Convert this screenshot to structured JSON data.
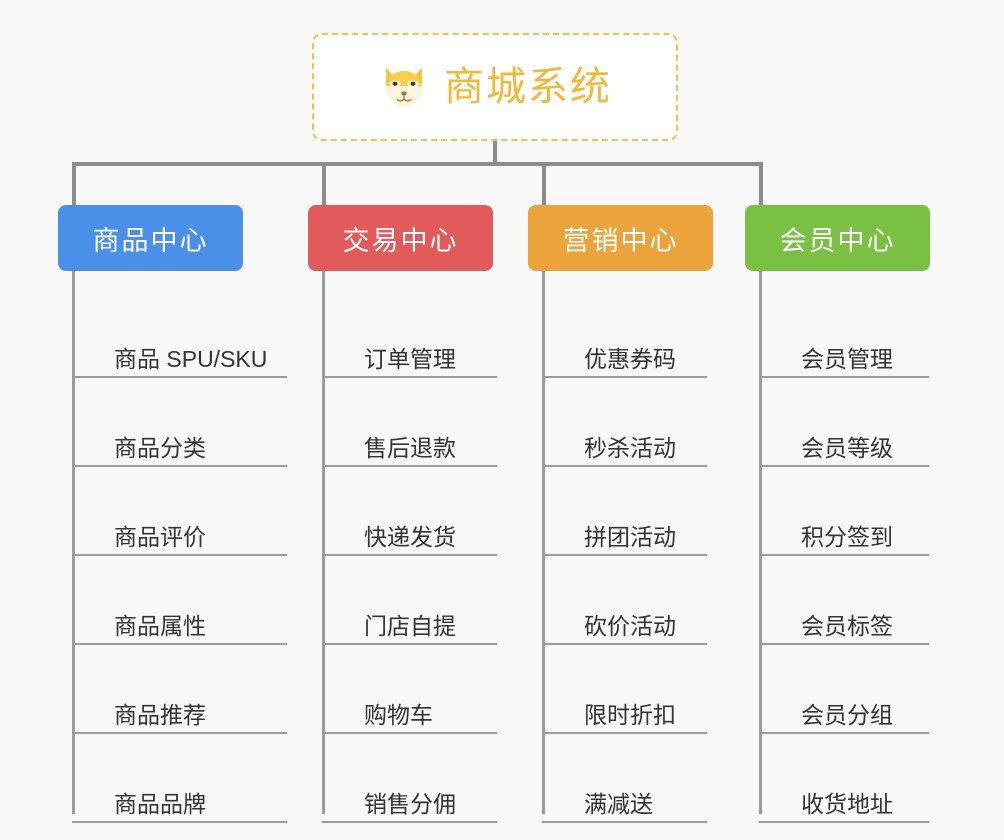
{
  "diagram": {
    "title": "商城系统",
    "root_icon": "shiba-dog-emoji",
    "background_color": "#f8f8f9",
    "root_border_color": "#f0c14b",
    "root_text_color": "#f0b93c",
    "connector_color": "#8c8c8c",
    "leaf_line_color": "#9b9b9b",
    "leaf_text_color": "#333333"
  },
  "columns": [
    {
      "header": "商品中心",
      "color": "#4a90e8",
      "items": [
        "商品 SPU/SKU",
        "商品分类",
        "商品评价",
        "商品属性",
        "商品推荐",
        "商品品牌"
      ]
    },
    {
      "header": "交易中心",
      "color": "#e15b5b",
      "items": [
        "订单管理",
        "售后退款",
        "快递发货",
        "门店自提",
        "购物车",
        "销售分佣"
      ]
    },
    {
      "header": "营销中心",
      "color": "#eba43c",
      "items": [
        "优惠券码",
        "秒杀活动",
        "拼团活动",
        "砍价活动",
        "限时折扣",
        "满减送"
      ]
    },
    {
      "header": "会员中心",
      "color": "#7ac043",
      "items": [
        "会员管理",
        "会员等级",
        "积分签到",
        "会员标签",
        "会员分组",
        "收货地址"
      ]
    }
  ]
}
